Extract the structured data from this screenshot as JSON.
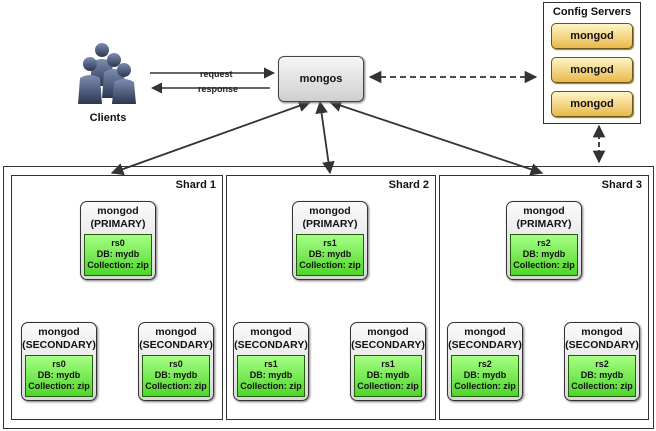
{
  "clients": {
    "label": "Clients"
  },
  "arrows": {
    "request": "request",
    "response": "response"
  },
  "mongos": {
    "label": "mongos"
  },
  "config_servers": {
    "title": "Config Servers",
    "servers": [
      "mongod",
      "mongod",
      "mongod"
    ]
  },
  "shards": [
    {
      "title": "Shard 1",
      "primary": {
        "title": "mongod",
        "role": "(PRIMARY)",
        "rs": "rs0",
        "db": "DB: mydb",
        "collection": "Collection: zip"
      },
      "secondaries": [
        {
          "title": "mongod",
          "role": "(SECONDARY)",
          "rs": "rs0",
          "db": "DB: mydb",
          "collection": "Collection: zip"
        },
        {
          "title": "mongod",
          "role": "(SECONDARY)",
          "rs": "rs0",
          "db": "DB: mydb",
          "collection": "Collection: zip"
        }
      ]
    },
    {
      "title": "Shard 2",
      "primary": {
        "title": "mongod",
        "role": "(PRIMARY)",
        "rs": "rs1",
        "db": "DB: mydb",
        "collection": "Collection: zip"
      },
      "secondaries": [
        {
          "title": "mongod",
          "role": "(SECONDARY)",
          "rs": "rs1",
          "db": "DB: mydb",
          "collection": "Collection: zip"
        },
        {
          "title": "mongod",
          "role": "(SECONDARY)",
          "rs": "rs1",
          "db": "DB: mydb",
          "collection": "Collection: zip"
        }
      ]
    },
    {
      "title": "Shard 3",
      "primary": {
        "title": "mongod",
        "role": "(PRIMARY)",
        "rs": "rs2",
        "db": "DB: mydb",
        "collection": "Collection: zip"
      },
      "secondaries": [
        {
          "title": "mongod",
          "role": "(SECONDARY)",
          "rs": "rs2",
          "db": "DB: mydb",
          "collection": "Collection: zip"
        },
        {
          "title": "mongod",
          "role": "(SECONDARY)",
          "rs": "rs2",
          "db": "DB: mydb",
          "collection": "Collection: zip"
        }
      ]
    }
  ],
  "colors": {
    "mongod_node_fill": "#4fd52b",
    "config_server_fill": "#e9b84a",
    "clients_icon": "#3a4a66"
  },
  "icons": {
    "clients": "users-group-icon"
  }
}
